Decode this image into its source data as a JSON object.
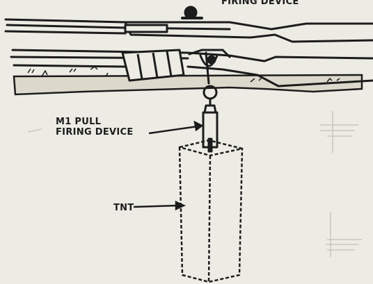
{
  "labels": {
    "firing_device_top": "FIRING DEVICE",
    "m1_line1": "M1 PULL",
    "m1_line2": "FIRING DEVICE",
    "tnt": "TNT"
  },
  "colors": {
    "ink": "#1c1c1c",
    "paper": "#ecebe4",
    "ground": "#dcd9cc"
  }
}
